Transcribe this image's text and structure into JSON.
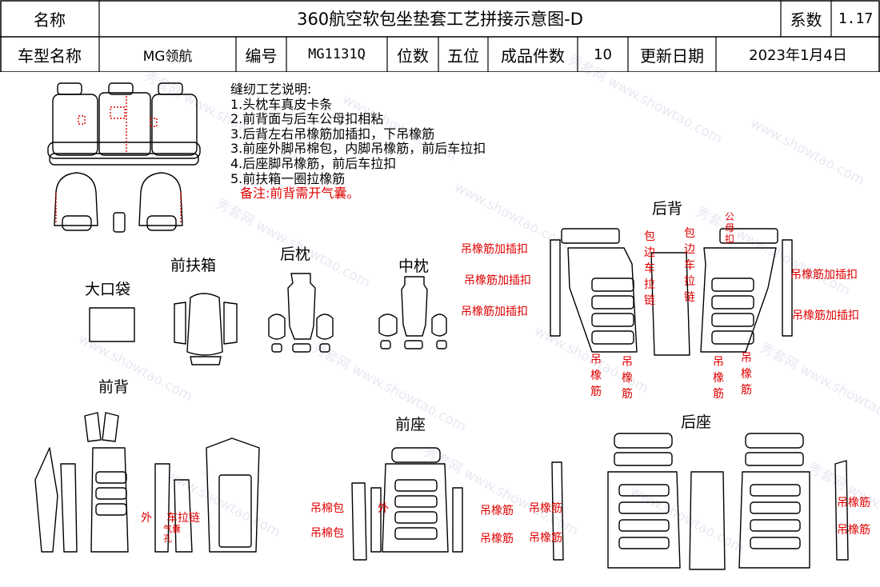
{
  "header": {
    "name_label": "名称",
    "title": "360航空软包坐垫套工艺拼接示意图-D",
    "coef_label": "系数",
    "coef_value": "1.17",
    "model_label": "车型名称",
    "model_value": "MG领航",
    "code_label": "编号",
    "code_value": "MG1131Q",
    "seats_label": "位数",
    "seats_value": "五位",
    "pieces_label": "成品件数",
    "pieces_value": "10",
    "date_label": "更新日期",
    "date_value": "2023年1月4日"
  },
  "notes": {
    "heading": "缝纫工艺说明:",
    "items": [
      "1.头枕车真皮卡条",
      "2.前背面与后车公母扣相粘",
      "3.后背左右吊橡筋加插扣，下吊橡筋",
      "3.前座外脚吊棉包，内脚吊橡筋，前后车拉扣",
      "4.后座脚吊橡筋，前后车拉扣",
      "5.前扶箱一圈拉橡筋"
    ],
    "remark": "备注:前背需开气囊。"
  },
  "sections": {
    "big_pocket": "大口袋",
    "front_armrest": "前扶箱",
    "rear_headrest": "后枕",
    "middle_headrest": "中枕",
    "rear_back": "后背",
    "front_back": "前背",
    "front_seat": "前座",
    "rear_seat": "后座"
  },
  "annotations": {
    "hang_elastic_clip": "吊橡筋加插扣",
    "hang_elastic": "吊橡筋",
    "hang_cotton": "吊棉包",
    "outer": "外",
    "pull_chain": "车拉链",
    "airbag_hole": "气囊孔",
    "edge_pull_chain": "包边车拉链",
    "male_female_clip": "公母扣"
  },
  "watermark": {
    "brand_cn": "秀套网",
    "site": "www.showtao.com"
  },
  "colors": {
    "line": "#000000",
    "annotation": "#e00000",
    "watermark": "#9a9ad0"
  }
}
